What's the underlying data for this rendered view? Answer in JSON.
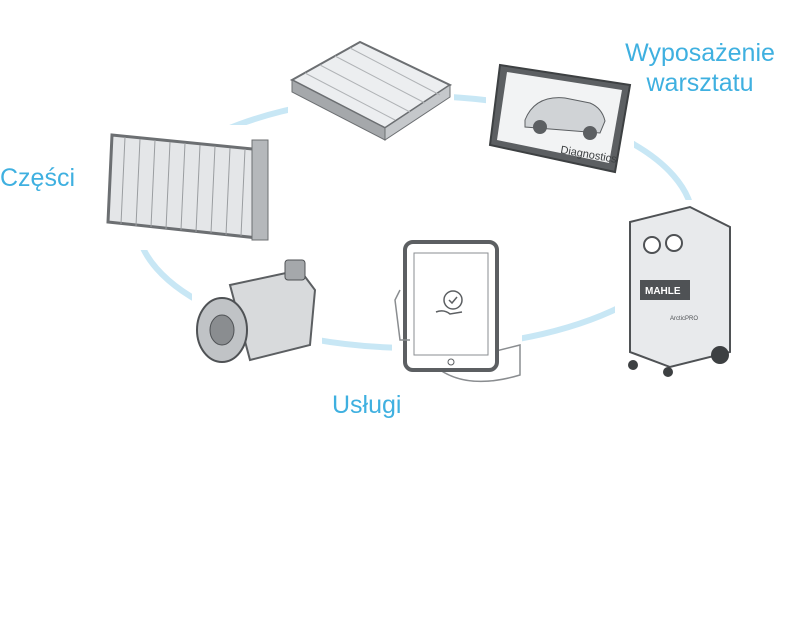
{
  "labels": {
    "parts": "Części",
    "equipment_line1": "Wyposażenie",
    "equipment_line2": "warsztatu",
    "services": "Usługi"
  },
  "product_text": {
    "diagnostics_screen": "Diagnostics",
    "brand": "MAHLE",
    "machine_model": "ArcticPRO"
  },
  "colors": {
    "label": "#3fb0e0",
    "ring": "#c8e7f5",
    "product_gray": "#8a8d90"
  }
}
